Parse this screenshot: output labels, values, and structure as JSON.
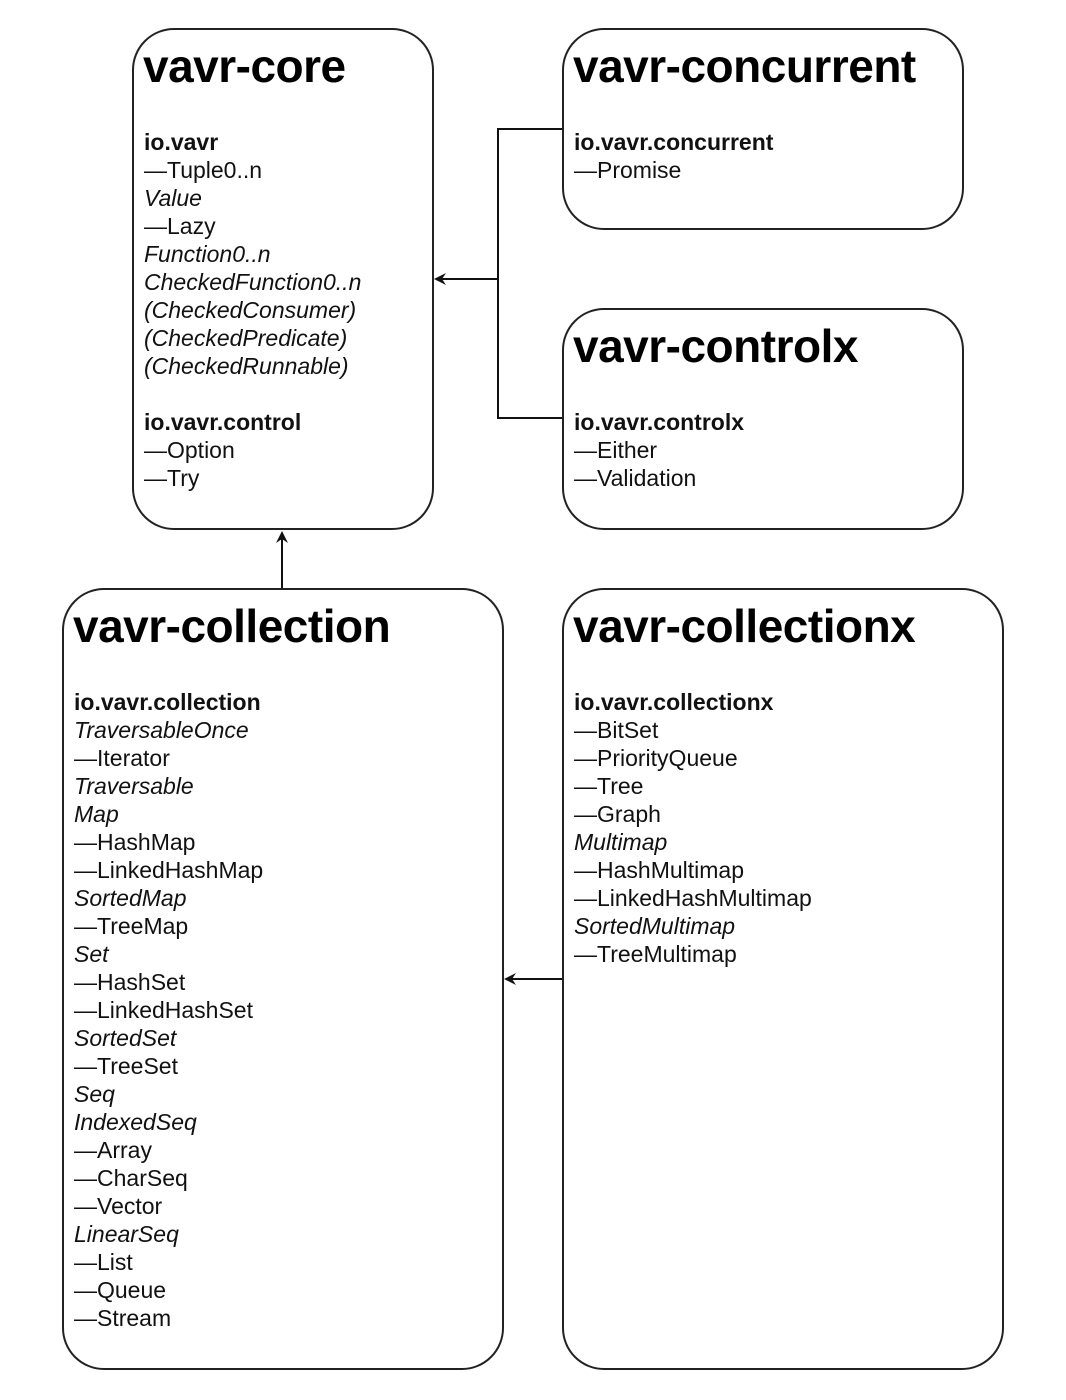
{
  "modules": {
    "core": {
      "title": "vavr-core",
      "lines": [
        {
          "text": "io.vavr",
          "kind": "pkg"
        },
        {
          "text": "—Tuple0..n",
          "kind": "cls"
        },
        {
          "text": "Value",
          "kind": "iface"
        },
        {
          "text": "—Lazy",
          "kind": "cls"
        },
        {
          "text": "Function0..n",
          "kind": "iface"
        },
        {
          "text": "CheckedFunction0..n",
          "kind": "iface"
        },
        {
          "text": "(CheckedConsumer)",
          "kind": "iface"
        },
        {
          "text": "(CheckedPredicate)",
          "kind": "iface"
        },
        {
          "text": "(CheckedRunnable)",
          "kind": "iface"
        },
        {
          "text": "",
          "kind": "gap"
        },
        {
          "text": "io.vavr.control",
          "kind": "pkg"
        },
        {
          "text": "—Option",
          "kind": "cls"
        },
        {
          "text": "—Try",
          "kind": "cls"
        }
      ]
    },
    "concurrent": {
      "title": "vavr-concurrent",
      "lines": [
        {
          "text": "io.vavr.concurrent",
          "kind": "pkg"
        },
        {
          "text": "—Promise",
          "kind": "cls"
        }
      ]
    },
    "controlx": {
      "title": "vavr-controlx",
      "lines": [
        {
          "text": "io.vavr.controlx",
          "kind": "pkg"
        },
        {
          "text": "—Either",
          "kind": "cls"
        },
        {
          "text": "—Validation",
          "kind": "cls"
        }
      ]
    },
    "collection": {
      "title": "vavr-collection",
      "lines": [
        {
          "text": "io.vavr.collection",
          "kind": "pkg"
        },
        {
          "text": "TraversableOnce",
          "kind": "iface"
        },
        {
          "text": "—Iterator",
          "kind": "cls"
        },
        {
          "text": "Traversable",
          "kind": "iface"
        },
        {
          "text": "Map",
          "kind": "iface"
        },
        {
          "text": "—HashMap",
          "kind": "cls"
        },
        {
          "text": "—LinkedHashMap",
          "kind": "cls"
        },
        {
          "text": "SortedMap",
          "kind": "iface"
        },
        {
          "text": "—TreeMap",
          "kind": "cls"
        },
        {
          "text": "Set",
          "kind": "iface"
        },
        {
          "text": "—HashSet",
          "kind": "cls"
        },
        {
          "text": "—LinkedHashSet",
          "kind": "cls"
        },
        {
          "text": "SortedSet",
          "kind": "iface"
        },
        {
          "text": "—TreeSet",
          "kind": "cls"
        },
        {
          "text": "Seq",
          "kind": "iface"
        },
        {
          "text": "IndexedSeq",
          "kind": "iface"
        },
        {
          "text": "—Array",
          "kind": "cls"
        },
        {
          "text": "—CharSeq",
          "kind": "cls"
        },
        {
          "text": "—Vector",
          "kind": "cls"
        },
        {
          "text": "LinearSeq",
          "kind": "iface"
        },
        {
          "text": "—List",
          "kind": "cls"
        },
        {
          "text": "—Queue",
          "kind": "cls"
        },
        {
          "text": "—Stream",
          "kind": "cls"
        }
      ]
    },
    "collectionx": {
      "title": "vavr-collectionx",
      "lines": [
        {
          "text": "io.vavr.collectionx",
          "kind": "pkg"
        },
        {
          "text": "—BitSet",
          "kind": "cls"
        },
        {
          "text": "—PriorityQueue",
          "kind": "cls"
        },
        {
          "text": "—Tree",
          "kind": "cls"
        },
        {
          "text": "—Graph",
          "kind": "cls"
        },
        {
          "text": "Multimap",
          "kind": "iface"
        },
        {
          "text": "—HashMultimap",
          "kind": "cls"
        },
        {
          "text": "—LinkedHashMultimap",
          "kind": "cls"
        },
        {
          "text": "SortedMultimap",
          "kind": "iface"
        },
        {
          "text": "—TreeMultimap",
          "kind": "cls"
        }
      ]
    }
  },
  "colors": {
    "border": "#222222",
    "text": "#111111",
    "arrow": "#111111"
  }
}
